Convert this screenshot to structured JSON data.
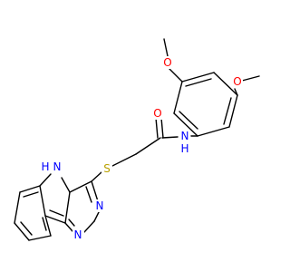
{
  "molecule": {
    "colors": {
      "oxygen": "#ff0000",
      "nitrogen": "#0000ff",
      "sulfur": "#b8a000",
      "carbon": "#000000"
    },
    "labels": {
      "o_methoxy_upper": "O",
      "o_methoxy_right": "O",
      "o_carbonyl": "O",
      "n_amide": "N",
      "h_amide": "H",
      "s_thioether": "S",
      "n_indole": "N",
      "h_indole": "H",
      "n_pyrimidine_3": "N",
      "n_pyrimidine_1": "N"
    }
  }
}
